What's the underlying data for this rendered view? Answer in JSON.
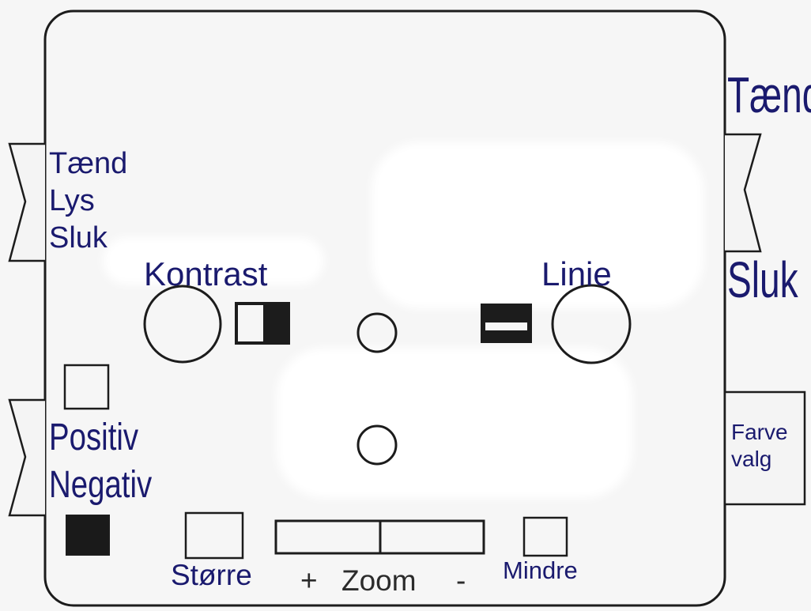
{
  "panel": {
    "left_switch_lines": [
      "Tænd",
      "Lys",
      "Sluk"
    ],
    "right_switch": {
      "top": "Tænd",
      "bottom": "Sluk"
    },
    "polarity_lines": [
      "Positiv",
      "Negativ"
    ],
    "color_select_lines": [
      "Farve",
      "valg"
    ],
    "contrast_label": "Kontrast",
    "line_label": "Linie",
    "zoom": {
      "larger_label": "Større",
      "plus": "+",
      "label": "Zoom",
      "minus": "-",
      "smaller_label": "Mindre"
    }
  },
  "colors": {
    "text_blue": "#1a1a6e",
    "outline": "#1c1c1c",
    "background": "#f6f6f6"
  }
}
